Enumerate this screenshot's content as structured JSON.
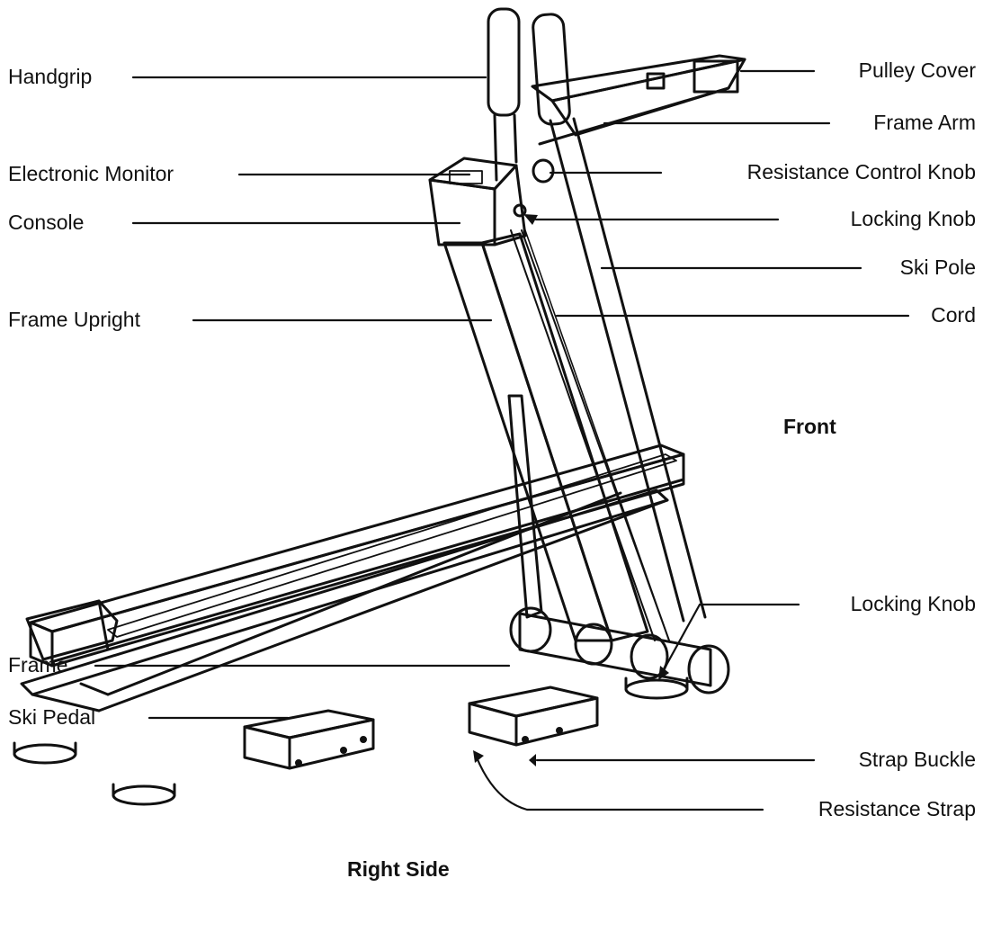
{
  "labels_left": {
    "handgrip": "Handgrip",
    "electronic_monitor": "Electronic Monitor",
    "console": "Console",
    "frame_upright": "Frame Upright",
    "frame": "Frame",
    "ski_pedal": "Ski Pedal"
  },
  "labels_right": {
    "pulley_cover": "Pulley Cover",
    "frame_arm": "Frame Arm",
    "resistance_control_knob": "Resistance Control Knob",
    "locking_knob_upper": "Locking Knob",
    "ski_pole": "Ski Pole",
    "cord": "Cord",
    "locking_knob_lower": "Locking Knob",
    "strap_buckle": "Strap Buckle",
    "resistance_strap": "Resistance Strap"
  },
  "orientation": {
    "front": "Front",
    "right_side": "Right Side"
  },
  "colors": {
    "ink": "#111111",
    "paper": "#ffffff"
  }
}
